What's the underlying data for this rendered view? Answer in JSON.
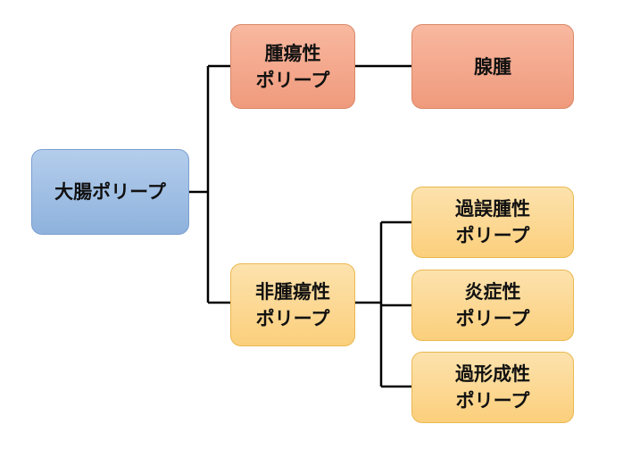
{
  "diagram": {
    "root": {
      "label": "大腸ポリープ"
    },
    "neoplastic": {
      "line1": "腫瘍性",
      "line2": "ポリープ"
    },
    "adenoma": {
      "label": "腺腫"
    },
    "non_neoplastic": {
      "line1": "非腫瘍性",
      "line2": "ポリープ"
    },
    "hamartomatous": {
      "line1": "過誤腫性",
      "line2": "ポリープ"
    },
    "inflammatory": {
      "line1": "炎症性",
      "line2": "ポリープ"
    },
    "hyperplastic": {
      "line1": "過形成性",
      "line2": "ポリープ"
    }
  },
  "colors": {
    "blue_fill": "#a4c2e8",
    "orange_fill": "#f4a98c",
    "yellow_fill": "#fdd98f",
    "connector": "#000000"
  }
}
